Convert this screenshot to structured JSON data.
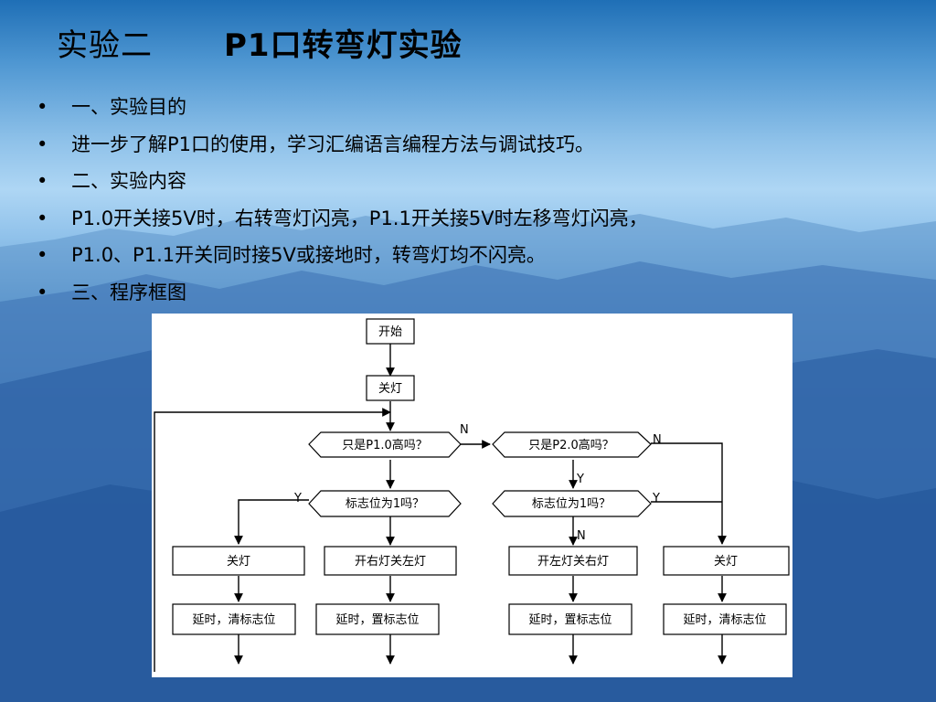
{
  "slide": {
    "title_prefix": "实验二",
    "title_main": "P1口转弯灯实验",
    "bullet_char": "•",
    "bullets": [
      "一、实验目的",
      "进一步了解P1口的使用，学习汇编语言编程方法与调试技巧。",
      "二、实验内容",
      "P1.0开关接5V时，右转弯灯闪亮，P1.1开关接5V时左移弯灯闪亮，",
      "P1.0、P1.1开关同时接5V或接地时，转弯灯均不闪亮。",
      "三、程序框图"
    ]
  },
  "flowchart": {
    "start": "开始",
    "lights_off": "关灯",
    "decision_p10": "只是P1.0高吗？",
    "decision_p20": "只是P2.0高吗？",
    "flag_left": "标志位为1吗？",
    "flag_right": "标志位为1吗？",
    "box_off_left": "关灯",
    "box_right_on": "开右灯关左灯",
    "box_left_on": "开左灯关右灯",
    "box_off_right": "关灯",
    "delay_clear_left": "延时，清标志位",
    "delay_set_left": "延时，置标志位",
    "delay_set_right": "延时，置标志位",
    "delay_clear_right": "延时，清标志位",
    "label_n1": "N",
    "label_n2": "N",
    "label_y1": "Y",
    "label_y2": "Y",
    "label_y3": "Y",
    "label_n3": "N"
  }
}
